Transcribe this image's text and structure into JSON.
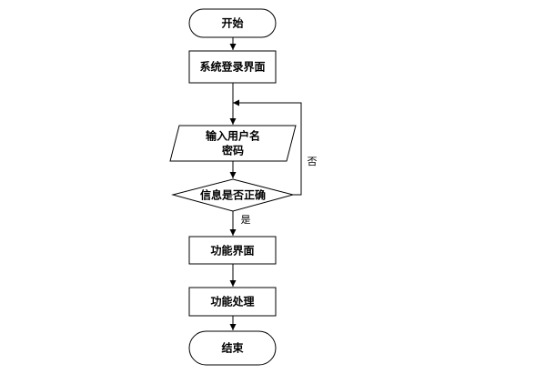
{
  "flowchart": {
    "nodes": {
      "start": {
        "label": "开始",
        "shape": "terminator"
      },
      "login_screen": {
        "label": "系统登录界面",
        "shape": "process"
      },
      "input_credentials": {
        "label_line1": "输入用户名",
        "label_line2": "密码",
        "shape": "input-output"
      },
      "check_info": {
        "label": "信息是否正确",
        "shape": "decision"
      },
      "function_screen": {
        "label": "功能界面",
        "shape": "process"
      },
      "function_processing": {
        "label": "功能处理",
        "shape": "process"
      },
      "end": {
        "label": "结束",
        "shape": "terminator"
      }
    },
    "edges": {
      "no": {
        "from": "check_info",
        "to": "input_credentials",
        "label": "否"
      },
      "yes": {
        "from": "check_info",
        "to": "function_screen",
        "label": "是"
      }
    }
  },
  "colors": {
    "line": "#000000",
    "fill": "#ffffff"
  }
}
